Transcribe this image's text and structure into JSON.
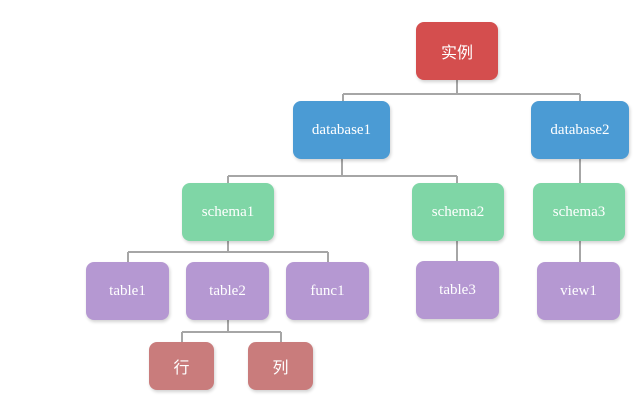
{
  "diagram": {
    "instance": {
      "label": "实例",
      "color": "#d44e4e"
    },
    "databases": [
      {
        "label": "database1",
        "color": "#4b9bd4"
      },
      {
        "label": "database2",
        "color": "#4b9bd4"
      }
    ],
    "schemas": [
      {
        "label": "schema1",
        "color": "#7fd6a6"
      },
      {
        "label": "schema2",
        "color": "#7fd6a6"
      },
      {
        "label": "schema3",
        "color": "#7fd6a6"
      }
    ],
    "objects": [
      {
        "label": "table1",
        "color": "#b598d2"
      },
      {
        "label": "table2",
        "color": "#b598d2"
      },
      {
        "label": "func1",
        "color": "#b598d2"
      },
      {
        "label": "table3",
        "color": "#b598d2"
      },
      {
        "label": "view1",
        "color": "#b598d2"
      }
    ],
    "fields": [
      {
        "label": "行",
        "color": "#c97c7c"
      },
      {
        "label": "列",
        "color": "#c97c7c"
      }
    ],
    "connector_color": "#a6a6a6"
  }
}
